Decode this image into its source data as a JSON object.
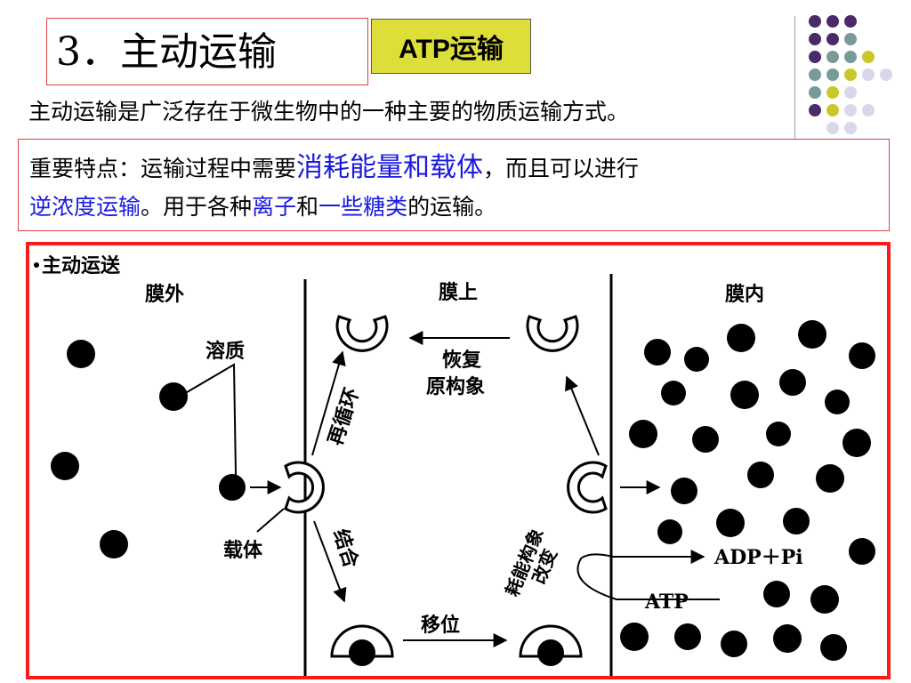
{
  "header": {
    "title": "3．主动运输",
    "badge": "ATP运输"
  },
  "intro": "主动运输是广泛存在于微生物中的一种主要的物质运输方式。",
  "feature": {
    "prefix": "重要特点：运输过程中需要",
    "highlight1": "消耗能量和载体",
    "mid1": "，而且可以进行",
    "highlight2": "逆浓度运输",
    "mid2": "。用于各种",
    "highlight3": "离子",
    "mid3": "和",
    "highlight4": "一些糖类",
    "suffix": "的运输。"
  },
  "diagram": {
    "caption": "主动运送",
    "region_outside": "膜外",
    "region_membrane": "膜上",
    "region_inside": "膜内",
    "label_solute": "溶质",
    "label_carrier": "载体",
    "label_restore_1": "恢复",
    "label_restore_2": "原构象",
    "label_recycle": "再循环",
    "label_bind": "结合",
    "label_translocate": "移位",
    "label_energy_1": "耗能构象",
    "label_energy_2": "改变",
    "label_adp": "ADP＋Pi",
    "label_atp": "ATP"
  },
  "colors": {
    "border_red": "#ff1a1a",
    "badge_yellow": "#dede3a",
    "highlight_blue": "#1a1adf",
    "dot_purple": "#4a2a6a",
    "dot_teal": "#7a9a9a",
    "dot_yellow": "#c8c82a",
    "dot_lavender": "#d8d8ea"
  }
}
